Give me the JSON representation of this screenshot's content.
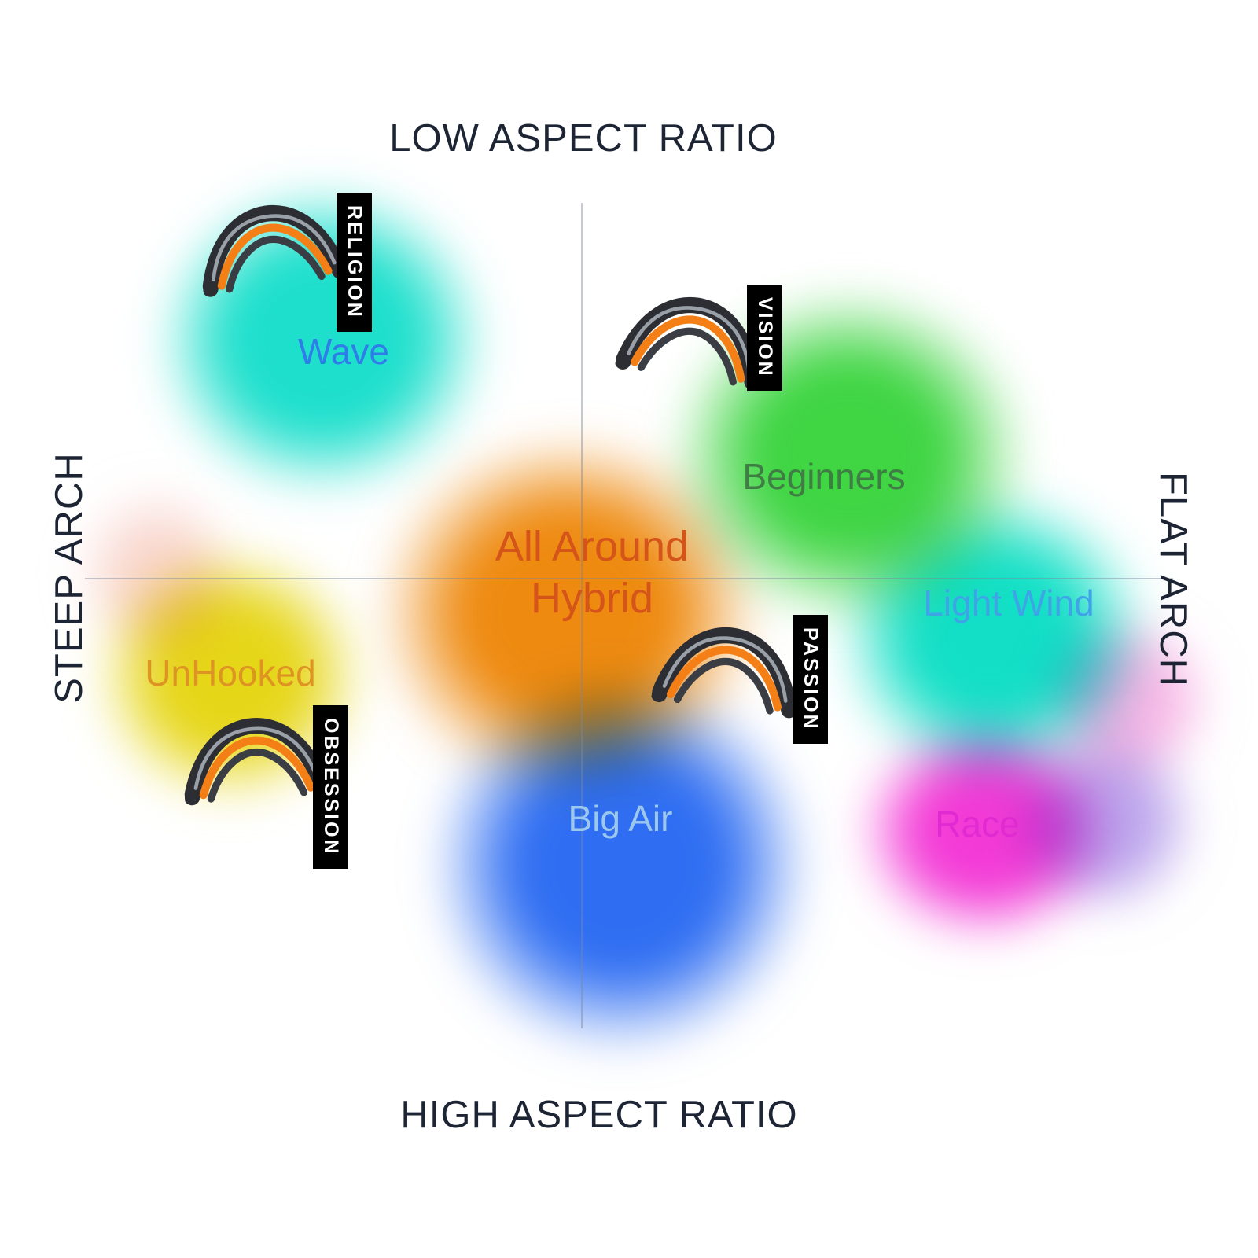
{
  "axes": {
    "top": "LOW ASPECT RATIO",
    "bottom": "HIGH ASPECT RATIO",
    "left": "STEEP ARCH",
    "right": "FLAT ARCH"
  },
  "categories": [
    {
      "id": "wave",
      "label": "Wave"
    },
    {
      "id": "beginners",
      "label": "Beginners"
    },
    {
      "id": "all_around_hybrid",
      "label_line1": "All Around",
      "label_line2": "Hybrid"
    },
    {
      "id": "light_wind",
      "label": "Light Wind"
    },
    {
      "id": "unhooked",
      "label": "UnHooked"
    },
    {
      "id": "big_air",
      "label": "Big Air"
    },
    {
      "id": "race",
      "label": "Race"
    }
  ],
  "kites": [
    {
      "id": "religion",
      "name": "RELIGION"
    },
    {
      "id": "vision",
      "name": "VISION"
    },
    {
      "id": "passion",
      "name": "PASSION"
    },
    {
      "id": "obsession",
      "name": "OBSESSION"
    }
  ],
  "colors": {
    "axis_text": "#1d2433",
    "wave_blob": "#1ddfcc",
    "wave_text": "#2f7de8",
    "beginners_blob": "#3fd543",
    "beginners_text": "#3f7d44",
    "hybrid_blob": "#ee8a10",
    "hybrid_text": "#d4541a",
    "lightwind_blob": "#12dfc6",
    "lightwind_text": "#3fa3e8",
    "unhooked_blob": "#e6d618",
    "unhooked_text": "#de9422",
    "bigair_blob": "#2f6ef2",
    "bigair_text": "#9cc8ee",
    "race_blob": "#f33ad6",
    "race_text": "#e02ad2",
    "purple_blob": "#8f6ae0",
    "pink_blob": "#f07ad0",
    "salmon_blob": "#f2a898",
    "kite_dark": "#2c2e34",
    "kite_dark2": "#3b3d44",
    "kite_gray": "#9aa0a8",
    "kite_orange": "#f57f17",
    "tag_bg": "#000000",
    "tag_text": "#ffffff"
  }
}
